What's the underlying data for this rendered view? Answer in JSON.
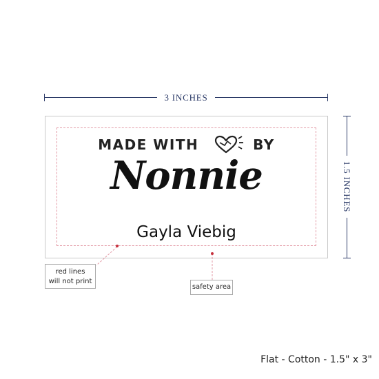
{
  "dimensions": {
    "width_label": "3 INCHES",
    "height_label": "1.5 INCHES",
    "color": "#2b3a67"
  },
  "label": {
    "line1_left": "MADE WITH",
    "line1_icon": "heart-icon",
    "line1_right": "BY",
    "name_script": "Nonnie",
    "maker_name": "Gayla Viebig"
  },
  "callouts": {
    "red_lines_line1": "red lines",
    "red_lines_line2": "will not print",
    "safety_area": "safety area",
    "guide_color": "#e39aa6"
  },
  "caption": "Flat - Cotton - 1.5\" x 3\""
}
